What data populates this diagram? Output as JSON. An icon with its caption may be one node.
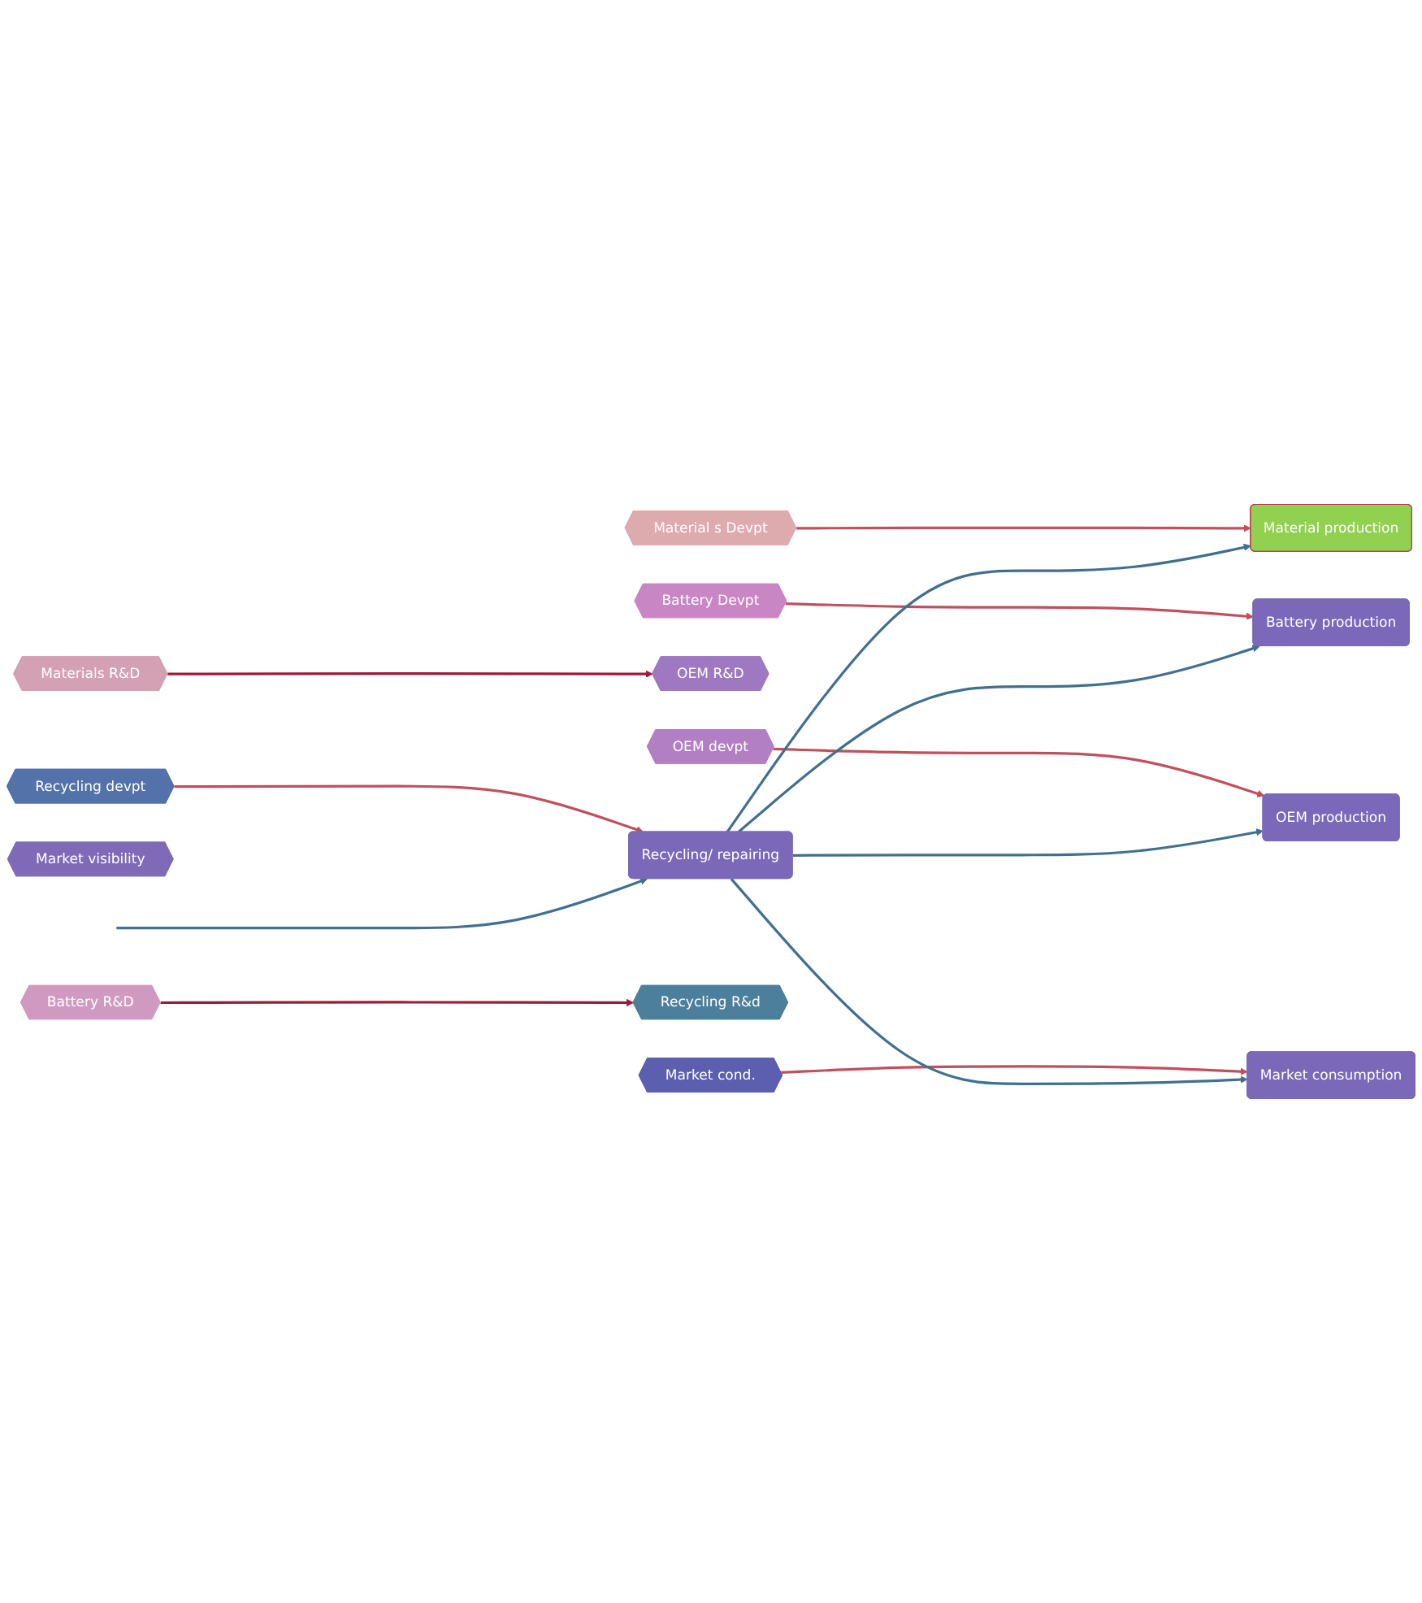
{
  "diagram": {
    "nodes": [
      {
        "text": [
          "Materials R&D"
        ]
      },
      {
        "text": [
          "Material s Devpt"
        ]
      },
      {
        "text": [
          "Battery R&D"
        ]
      },
      {
        "text": [
          "Battery Devpt"
        ]
      },
      {
        "text": [
          "OEM R&D"
        ]
      },
      {
        "text": [
          "OEM devpt"
        ]
      },
      {
        "text": [
          "Market visibility"
        ]
      },
      {
        "text": [
          "Market cond."
        ]
      },
      {
        "text": [
          "Recycling R&d"
        ]
      },
      {
        "text": [
          "Recycling devpt"
        ]
      },
      {
        "text": [
          "Material production"
        ]
      },
      {
        "text": [
          "Battery production"
        ]
      },
      {
        "text": [
          "OEM production"
        ]
      },
      {
        "text": [
          "Market consumption"
        ]
      },
      {
        "text": [
          "Recycling/ repairing"
        ]
      }
    ],
    "edges": [
      {
        "from": 1,
        "to": 10,
        "arrow": "to",
        "color": "#c0505e"
      },
      {
        "from": 3,
        "to": 11,
        "arrow": "to",
        "color": "#c0505e"
      },
      {
        "from": 5,
        "to": 12,
        "arrow": "to",
        "color": "#c0505e"
      },
      {
        "from": 7,
        "to": 13,
        "arrow": "to",
        "color": "#c0505e"
      },
      {
        "from": 9,
        "to": 14,
        "arrow": "to",
        "color": "#c0505e"
      },
      {
        "from": null,
        "to": 14,
        "arrow": "to",
        "color": "#41708f"
      },
      {
        "from": 14,
        "to": 10,
        "arrow": "to",
        "color": "#41708f"
      },
      {
        "from": 14,
        "to": 11,
        "arrow": "to",
        "color": "#41708f"
      },
      {
        "from": 14,
        "to": 12,
        "arrow": "to",
        "color": "#41708f"
      },
      {
        "from": 14,
        "to": 13,
        "arrow": "to",
        "color": "#41708f"
      },
      {
        "from": 0,
        "to": 4,
        "arrow": "to",
        "color": "#9b1b3a"
      },
      {
        "from": 2,
        "to": 8,
        "arrow": "to",
        "color": "#9b1b3a"
      }
    ]
  }
}
